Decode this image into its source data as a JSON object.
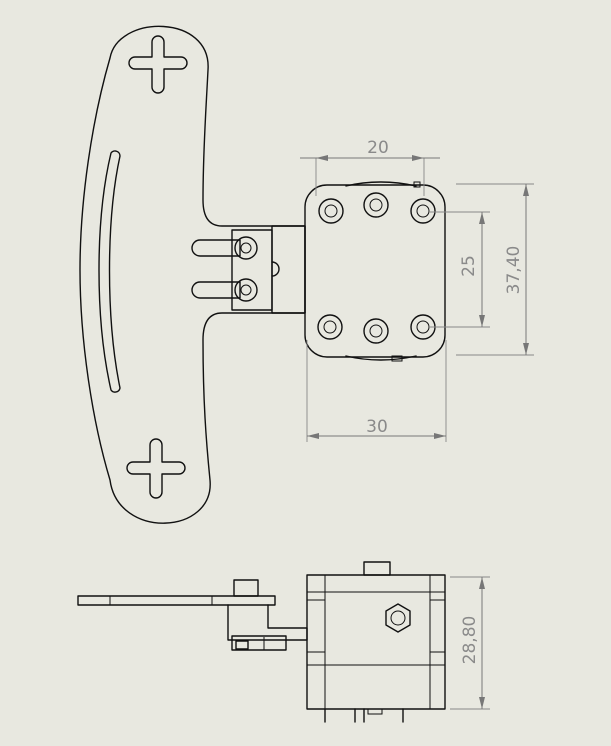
{
  "dimensions": {
    "top_width": "20",
    "bottom_width": "30",
    "inner_height": "25",
    "outer_height": "37,40",
    "side_height": "28,80"
  },
  "colors": {
    "background": "#e8e8e0",
    "line": "#111111",
    "dimension": "#8a8a8a"
  }
}
